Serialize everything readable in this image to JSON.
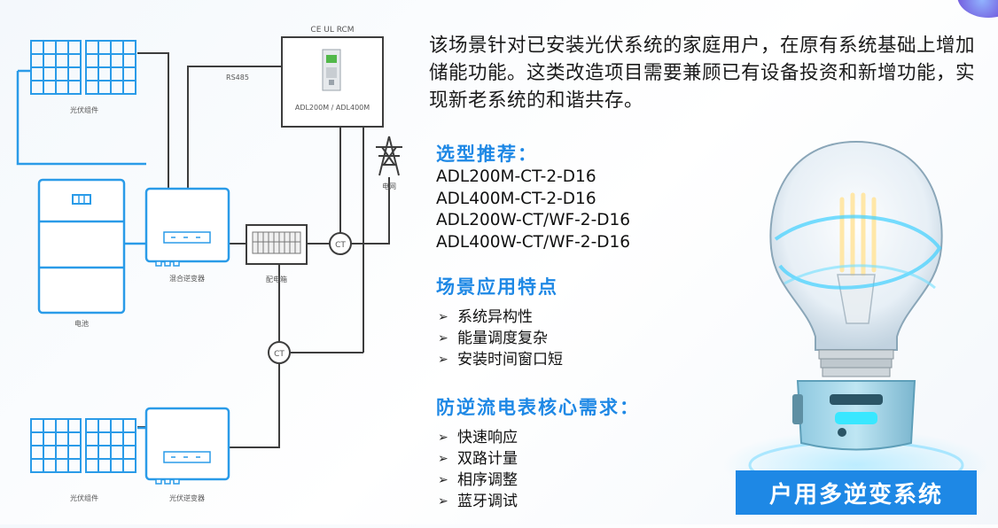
{
  "diagram": {
    "pv_label_top": "光伏组件",
    "pv_label_bottom": "光伏组件",
    "battery_label": "电池",
    "hybrid_inverter_label": "混合逆变器",
    "pv_inverter_label": "光伏逆变器",
    "distribution_box_label": "配电箱",
    "grid_label": "电网",
    "meter_certs": "CE  UL  RCM",
    "meter_model": "ADL200M / ADL400M",
    "rs485_label": "RS485",
    "ct_label_1": "CT",
    "ct_label_2": "CT",
    "line_color": "#3d3d3d",
    "device_color": "#2a9be8"
  },
  "intro": "该场景针对已安装光伏系统的家庭用户，在原有系统基础上增加储能功能。这类改造项目需要兼顾已有设备投资和新增功能，实现新老系统的和谐共存。",
  "selection": {
    "title": "选型推荐：",
    "models": [
      "ADL200M-CT-2-D16",
      "ADL400M-CT-2-D16",
      "ADL200W-CT/WF-2-D16",
      "ADL400W-CT/WF-2-D16"
    ]
  },
  "features": {
    "title": "场景应用特点",
    "items": [
      "系统异构性",
      "能量调度复杂",
      "安装时间窗口短"
    ]
  },
  "requirements": {
    "title": "防逆流电表核心需求：",
    "items": [
      "快速响应",
      "双路计量",
      "相序调整",
      "蓝牙调试"
    ]
  },
  "badge": "户用多逆变系统",
  "accent_color": "#1e88e5"
}
